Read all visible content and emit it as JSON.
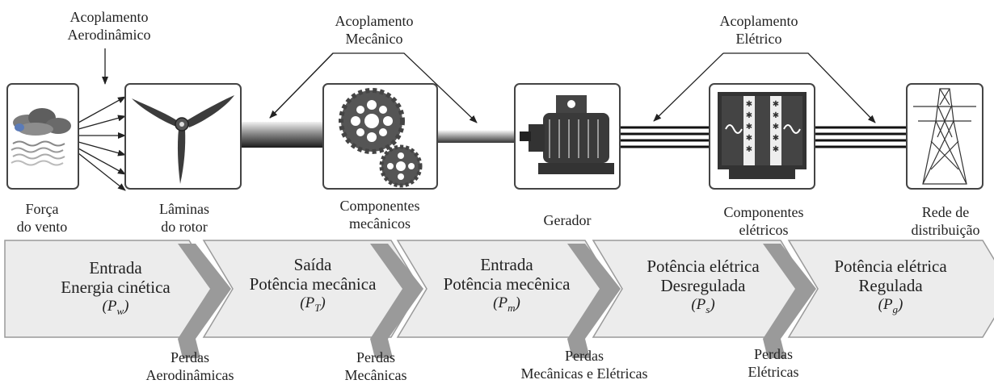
{
  "couplings": {
    "aerodynamic": [
      "Acoplamento",
      "Aerodinâmico"
    ],
    "mechanical": [
      "Acoplamento",
      "Mecânico"
    ],
    "electrical": [
      "Acoplamento",
      "Elétrico"
    ]
  },
  "components": [
    {
      "id": "wind",
      "icon": "cloud-wind-icon",
      "label": [
        "Força",
        "do vento"
      ]
    },
    {
      "id": "rotor",
      "icon": "rotor-blades-icon",
      "label": [
        "Lâminas",
        "do rotor"
      ]
    },
    {
      "id": "mechanical",
      "icon": "gears-icon",
      "label": [
        "Componentes",
        "mecânicos"
      ]
    },
    {
      "id": "generator",
      "icon": "generator-icon",
      "label": [
        "Gerador"
      ]
    },
    {
      "id": "electrical",
      "icon": "converter-icon",
      "label": [
        "Componentes",
        "elétricos"
      ]
    },
    {
      "id": "grid",
      "icon": "transmission-tower-icon",
      "label": [
        "Rede de",
        "distribuição"
      ]
    }
  ],
  "stages": [
    {
      "lines": [
        "Entrada",
        "Energia cinética"
      ],
      "symbol": "P",
      "sub": "w"
    },
    {
      "lines": [
        "Saída",
        "Potência mecânica"
      ],
      "symbol": "P",
      "sub": "T"
    },
    {
      "lines": [
        "Entrada",
        "Potência mecênica"
      ],
      "symbol": "P",
      "sub": "m"
    },
    {
      "lines": [
        "Potência elétrica",
        "Desregulada"
      ],
      "symbol": "P",
      "sub": "s"
    },
    {
      "lines": [
        "Potência elétrica",
        "Regulada"
      ],
      "symbol": "P",
      "sub": "g"
    }
  ],
  "losses": [
    [
      "Perdas",
      "Aerodinâmicas"
    ],
    [
      "Perdas",
      "Mecânicas"
    ],
    [
      "Perdas",
      "Mecânicas e Elétricas"
    ],
    [
      "Perdas",
      "Elétricas"
    ]
  ],
  "colors": {
    "stage_fill": "#ececec",
    "stage_stroke": "#9a9a9a",
    "loss_arrow": "#9a9a9a",
    "line": "#222222"
  }
}
